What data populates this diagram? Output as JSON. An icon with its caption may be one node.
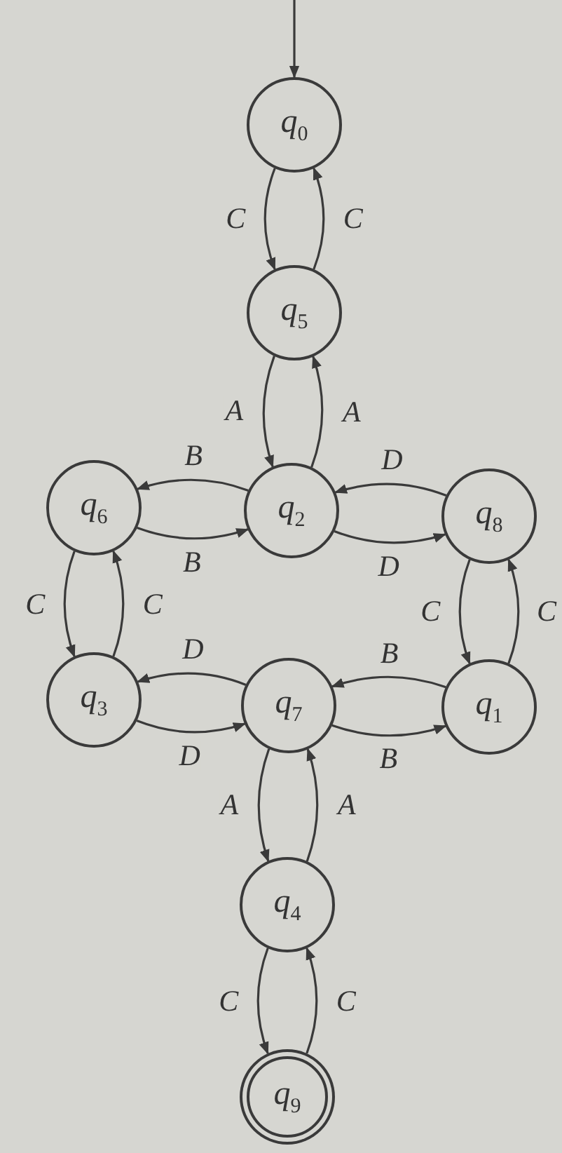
{
  "diagram": {
    "nodes": [
      {
        "text": [
          "q$_{0}$"
        ]
      },
      {
        "text": [
          "q$_{5}$"
        ]
      },
      {
        "text": [
          "q$_{6}$"
        ]
      },
      {
        "text": [
          "q$_{2}$"
        ]
      },
      {
        "text": [
          "q$_{8}$"
        ]
      },
      {
        "text": [
          "q$_{3}$"
        ]
      },
      {
        "text": [
          "q$_{7}$"
        ]
      },
      {
        "text": [
          "q$_{1}$"
        ]
      },
      {
        "text": [
          "q$_{4}$"
        ]
      },
      {
        "text": [
          "q$_{9}$"
        ]
      }
    ],
    "edges": [
      {
        "from": null,
        "to": 0,
        "arrow": "to"
      },
      {
        "from": 0,
        "to": 1,
        "arrow": "to",
        "label": "C"
      },
      {
        "from": 1,
        "to": 0,
        "arrow": "to",
        "label": "C"
      },
      {
        "from": 1,
        "to": 3,
        "arrow": "to",
        "label": "A"
      },
      {
        "from": 3,
        "to": 1,
        "arrow": "to",
        "label": "A"
      },
      {
        "from": 3,
        "to": 2,
        "arrow": "to",
        "label": "B"
      },
      {
        "from": 2,
        "to": 3,
        "arrow": "to",
        "label": "B"
      },
      {
        "from": 4,
        "to": 3,
        "arrow": "to",
        "label": "D"
      },
      {
        "from": 3,
        "to": 4,
        "arrow": "to",
        "label": "D"
      },
      {
        "from": 2,
        "to": 5,
        "arrow": "to",
        "label": "C"
      },
      {
        "from": 5,
        "to": 2,
        "arrow": "to",
        "label": "C"
      },
      {
        "from": 4,
        "to": 7,
        "arrow": "to",
        "label": "C"
      },
      {
        "from": 7,
        "to": 4,
        "arrow": "to",
        "label": "C"
      },
      {
        "from": 6,
        "to": 5,
        "arrow": "to",
        "label": "D"
      },
      {
        "from": 5,
        "to": 6,
        "arrow": "to",
        "label": "D"
      },
      {
        "from": 7,
        "to": 6,
        "arrow": "to",
        "label": "B"
      },
      {
        "from": 6,
        "to": 7,
        "arrow": "to",
        "label": "B"
      },
      {
        "from": 6,
        "to": 8,
        "arrow": "to",
        "label": "A"
      },
      {
        "from": 8,
        "to": 6,
        "arrow": "to",
        "label": "A"
      },
      {
        "from": 8,
        "to": 9,
        "arrow": "to",
        "label": "C"
      },
      {
        "from": 9,
        "to": 8,
        "arrow": "to",
        "label": "C"
      }
    ]
  }
}
